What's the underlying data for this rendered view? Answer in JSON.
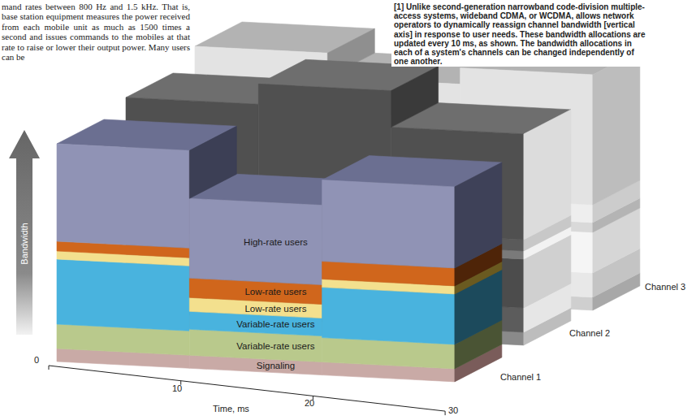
{
  "diagram": {
    "caption": "[1] Unlike second-generation narrowband code-division multiple-access systems, wideband CDMA, or WCDMA, allows network operators to dynamically reassign channel bandwidth [vertical axis] in response to user needs. These bandwidth allocations are updated every 10 ms, as shown. The bandwidth allocations in each of a system's channels can be changed independently of one another.",
    "nodes": [
      {
        "text": [
          "High-rate users"
        ]
      },
      {
        "text": [
          "Low-rate users"
        ]
      },
      {
        "text": [
          "Low-rate users"
        ]
      },
      {
        "text": [
          "Variable-rate users"
        ]
      },
      {
        "text": [
          "Variable-rate users"
        ]
      },
      {
        "text": [
          "Signaling"
        ]
      }
    ],
    "labels": [
      "mand rates between 800 Hz and 1.5 kHz. That is, base station equipment measures the power received from each mobile unit as much as 1500 times a second and issues commands to the mobiles at that rate to raise or lower their output power. Many users can be",
      "Bandwidth",
      "0",
      "10",
      "20",
      "30",
      "Time, ms",
      "Channel 1",
      "Channel 2",
      "Channel 3"
    ]
  }
}
